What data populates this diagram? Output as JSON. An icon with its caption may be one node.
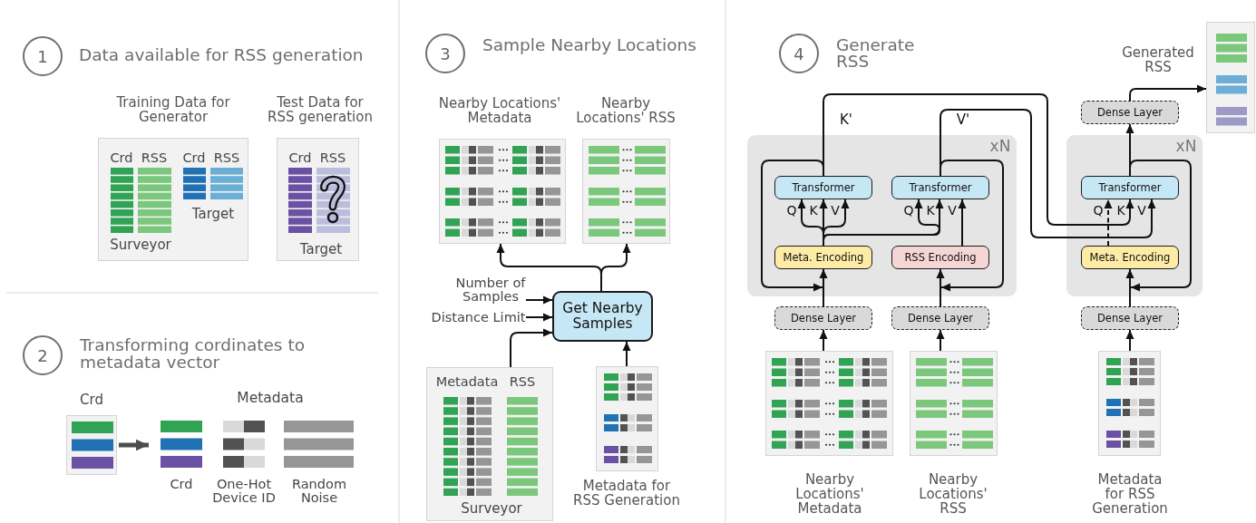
{
  "diagram": {
    "nodes": [
      {
        "text": [
          "1"
        ],
        "beside": [
          "Data available for RSS generation"
        ]
      },
      {
        "text": [
          "Training Data for Generator",
          "Crd",
          "RSS",
          "Crd",
          "RSS",
          "Target",
          "Surveyor"
        ]
      },
      {
        "text": [
          "Test Data for RSS generation",
          "Crd",
          "RSS",
          "Target"
        ]
      },
      {
        "text": [
          "2"
        ],
        "beside": [
          "Transforming cordinates to metadata vector"
        ]
      },
      {
        "text": [
          "Crd"
        ]
      },
      {
        "text": [
          "Metadata",
          "Crd",
          "One-Hot Device ID",
          "Random Noise"
        ]
      },
      {
        "text": [
          "3"
        ],
        "beside": [
          "Sample Nearby Locations"
        ]
      },
      {
        "text": [
          "Nearby Locations' Metadata"
        ]
      },
      {
        "text": [
          "Nearby Locations' RSS"
        ]
      },
      {
        "text": [
          "Number of Samples"
        ]
      },
      {
        "text": [
          "Distance Limit"
        ]
      },
      {
        "text": [
          "Get Nearby Samples"
        ]
      },
      {
        "text": [
          "Metadata",
          "RSS",
          "Surveyor"
        ]
      },
      {
        "text": [
          "Metadata for RSS Generation"
        ]
      },
      {
        "text": [
          "4"
        ],
        "beside": [
          "Generate RSS"
        ]
      },
      {
        "text": [
          "xN"
        ]
      },
      {
        "text": [
          "Transformer"
        ],
        "in": 15
      },
      {
        "text": [
          "Transformer"
        ],
        "in": 15
      },
      {
        "text": [
          "Meta. Encoding"
        ],
        "in": 15
      },
      {
        "text": [
          "RSS Encoding"
        ],
        "in": 15
      },
      {
        "text": [
          "Dense Layer"
        ]
      },
      {
        "text": [
          "Dense Layer"
        ]
      },
      {
        "text": [
          "Nearby Locations' Metadata"
        ]
      },
      {
        "text": [
          "Nearby Locations' RSS"
        ]
      },
      {
        "text": [],
        "shape": "box",
        "beside": [
          "Generated RSS"
        ]
      },
      {
        "text": [
          "Dense Layer"
        ]
      },
      {
        "text": [
          "xN"
        ]
      },
      {
        "text": [
          "Transformer"
        ],
        "in": 26
      },
      {
        "text": [
          "Meta. Encoding"
        ],
        "in": 26
      },
      {
        "text": [
          "Dense Layer"
        ]
      },
      {
        "text": [
          "Metadata for RSS Generation"
        ]
      }
    ],
    "edges": [
      {
        "from": 4,
        "to": 5,
        "arrow": "to",
        "style": "thick",
        "color": "#4d4d4d"
      },
      {
        "from": 11,
        "to": 7,
        "arrow": "to"
      },
      {
        "from": 11,
        "to": 8,
        "arrow": "to"
      },
      {
        "from": 9,
        "to": 11,
        "arrow": "to"
      },
      {
        "from": 10,
        "to": 11,
        "arrow": "to"
      },
      {
        "from": 12,
        "to": 11,
        "arrow": "to"
      },
      {
        "from": 13,
        "to": 11,
        "arrow": "to"
      },
      {
        "from": 22,
        "to": 20,
        "arrow": "to"
      },
      {
        "from": 20,
        "to": 18,
        "arrow": "to"
      },
      {
        "from": 18,
        "to": 16,
        "arrow": "to",
        "label": "Q"
      },
      {
        "from": 18,
        "to": 16,
        "arrow": "to",
        "label": "K"
      },
      {
        "from": 18,
        "to": 16,
        "arrow": "to",
        "label": "V"
      },
      {
        "from": 16,
        "to": 18,
        "arrow": "to"
      },
      {
        "from": 18,
        "to": 17,
        "arrow": "to",
        "label": "Q"
      },
      {
        "from": 18,
        "to": 17,
        "arrow": "to",
        "label": "K"
      },
      {
        "from": 19,
        "to": 17,
        "arrow": "to",
        "label": "V"
      },
      {
        "from": 23,
        "to": 21,
        "arrow": "to"
      },
      {
        "from": 21,
        "to": 19,
        "arrow": "to"
      },
      {
        "from": 17,
        "to": 19,
        "arrow": "to"
      },
      {
        "from": 16,
        "to": 27,
        "arrow": "to",
        "label": "K'"
      },
      {
        "from": 17,
        "to": 27,
        "arrow": "to",
        "label": "V'"
      },
      {
        "from": 28,
        "to": 27,
        "arrow": "to",
        "label": "Q",
        "style": "dashed"
      },
      {
        "from": 27,
        "to": 25,
        "arrow": "to"
      },
      {
        "from": 27,
        "to": 28,
        "arrow": "to"
      },
      {
        "from": 25,
        "to": 24,
        "arrow": "to"
      },
      {
        "from": 29,
        "to": 28,
        "arrow": "to"
      },
      {
        "from": 30,
        "to": 29,
        "arrow": "to"
      }
    ],
    "labels": [
      "K",
      "V"
    ]
  }
}
